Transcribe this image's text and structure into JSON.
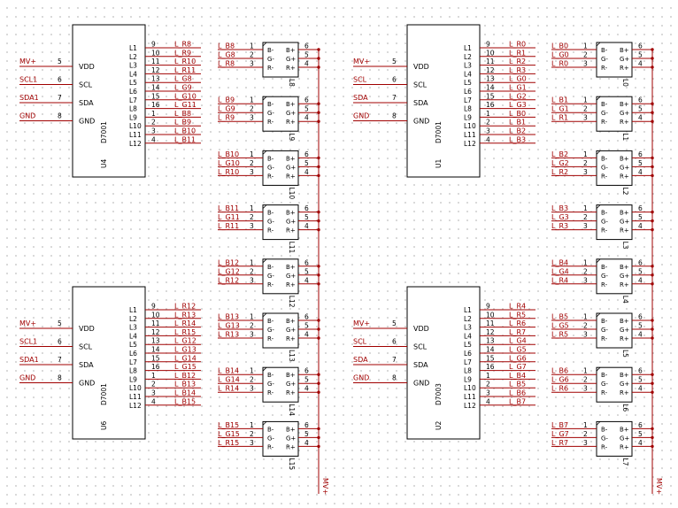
{
  "colors": {
    "wire": "#a00000",
    "body": "#000000",
    "background": "#ffffff"
  },
  "mcu_pins": {
    "ports": [
      {
        "num": "5",
        "name": "VDD"
      },
      {
        "num": "6",
        "name": "SCL"
      },
      {
        "num": "7",
        "name": "SDA"
      },
      {
        "num": "8",
        "name": "GND"
      }
    ],
    "outputs": [
      {
        "name": "L1",
        "num": "9"
      },
      {
        "name": "L2",
        "num": "10"
      },
      {
        "name": "L3",
        "num": "11"
      },
      {
        "name": "L4",
        "num": "12"
      },
      {
        "name": "L5",
        "num": "13"
      },
      {
        "name": "L6",
        "num": "14"
      },
      {
        "name": "L7",
        "num": "15"
      },
      {
        "name": "L8",
        "num": "16"
      },
      {
        "name": "L9",
        "num": "1"
      },
      {
        "name": "L10",
        "num": "2"
      },
      {
        "name": "L11",
        "num": "3"
      },
      {
        "name": "L12",
        "num": "4"
      }
    ]
  },
  "led_pins": {
    "left": [
      {
        "name": "B-",
        "num": "1"
      },
      {
        "name": "G-",
        "num": "2"
      },
      {
        "name": "R-",
        "num": "3"
      }
    ],
    "right": [
      {
        "name": "B+",
        "num": "6"
      },
      {
        "name": "G+",
        "num": "5"
      },
      {
        "name": "R+",
        "num": "4"
      }
    ]
  },
  "rail_label": "MV+",
  "chips": [
    {
      "designator": "U4",
      "part": "D7001",
      "port_nets": [
        "MV+",
        "SCL1",
        "SDA1",
        "GND"
      ],
      "output_nets": [
        "L_R8",
        "L_R9",
        "L_R10",
        "L_R11",
        "L_G8",
        "L_G9",
        "L_G10",
        "L_G11",
        "L_B8",
        "L_B9",
        "L_B10",
        "L_B11"
      ]
    },
    {
      "designator": "U6",
      "part": "D7001",
      "port_nets": [
        "MV+",
        "SCL1",
        "SDA1",
        "GND"
      ],
      "output_nets": [
        "L_R12",
        "L_R13",
        "L_R14",
        "L_R15",
        "L_G12",
        "L_G13",
        "L_G14",
        "L_G15",
        "L_B12",
        "L_B13",
        "L_B14",
        "L_B15"
      ]
    },
    {
      "designator": "U1",
      "part": "D7001",
      "port_nets": [
        "MV+",
        "SCL",
        "SDA",
        "GND"
      ],
      "output_nets": [
        "L_R0",
        "L_R1",
        "L_R2",
        "L_R3",
        "L_G0",
        "L_G1",
        "L_G2",
        "L_G3",
        "L_B0",
        "L_B1",
        "L_B2",
        "L_B3"
      ]
    },
    {
      "designator": "U2",
      "part": "D7003",
      "port_nets": [
        "MV+",
        "SCL",
        "SDA",
        "GND"
      ],
      "output_nets": [
        "L_R4",
        "L_R5",
        "L_R6",
        "L_R7",
        "L_G4",
        "L_G5",
        "L_G6",
        "L_G7",
        "L_B4",
        "L_B5",
        "L_B6",
        "L_B7"
      ]
    }
  ],
  "led_columns": [
    {
      "leds": [
        {
          "ref": "L8",
          "nets": [
            "L_B8",
            "L_G8",
            "L_R8"
          ]
        },
        {
          "ref": "L9",
          "nets": [
            "L_B9",
            "L_G9",
            "L_R9"
          ]
        },
        {
          "ref": "L10",
          "nets": [
            "L_B10",
            "L_G10",
            "L_R10"
          ]
        },
        {
          "ref": "L11",
          "nets": [
            "L_B11",
            "L_G11",
            "L_R11"
          ]
        },
        {
          "ref": "L12",
          "nets": [
            "L_B12",
            "L_G12",
            "L_R12"
          ]
        },
        {
          "ref": "L13",
          "nets": [
            "L_B13",
            "L_G13",
            "L_R13"
          ]
        },
        {
          "ref": "L14",
          "nets": [
            "L_B14",
            "L_G14",
            "L_R14"
          ]
        },
        {
          "ref": "L15",
          "nets": [
            "L_B15",
            "L_G15",
            "L_R15"
          ]
        }
      ]
    },
    {
      "leds": [
        {
          "ref": "L0",
          "nets": [
            "L_B0",
            "L_G0",
            "L_R0"
          ]
        },
        {
          "ref": "L1",
          "nets": [
            "L_B1",
            "L_G1",
            "L_R1"
          ]
        },
        {
          "ref": "L2",
          "nets": [
            "L_B2",
            "L_G2",
            "L_R2"
          ]
        },
        {
          "ref": "L3",
          "nets": [
            "L_B3",
            "L_G3",
            "L_R3"
          ]
        },
        {
          "ref": "L4",
          "nets": [
            "L_B4",
            "L_G4",
            "L_R4"
          ]
        },
        {
          "ref": "L5",
          "nets": [
            "L_B5",
            "L_G5",
            "L_R5"
          ]
        },
        {
          "ref": "L6",
          "nets": [
            "L_B6",
            "L_G6",
            "L_R6"
          ]
        },
        {
          "ref": "L7",
          "nets": [
            "L_B7",
            "L_G7",
            "L_R7"
          ]
        }
      ]
    }
  ]
}
